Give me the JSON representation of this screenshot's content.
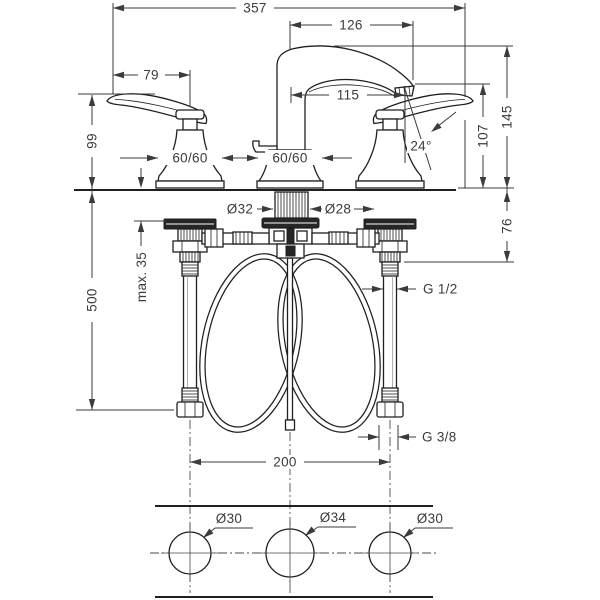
{
  "drawing": {
    "subject": "3-hole widespread basin mixer faucet - front elevation with supply connections and mounting-hole plan view",
    "units": "mm",
    "colors": {
      "outline": "#1f1f1f",
      "dimension": "#3b3b3b",
      "background": "#ffffff"
    },
    "dimensions": {
      "overall_width": "357",
      "spout_tip_offset": "126",
      "handle_length": "79",
      "spout_reach": "115",
      "spout_height": "145",
      "outlet_height": "107",
      "handle_height": "99",
      "escutcheon_left": "60/60",
      "escutcheon_center": "60/60",
      "spray_angle": "24°",
      "center_shank_dia": "Ø32",
      "side_shank_dia": "Ø28",
      "max_deck_thickness": "max. 35",
      "hose_length": "500",
      "shank_depth": "76",
      "supply_thread": "G 1/2",
      "hose_thread": "G 3/8",
      "hole_spacing": "200",
      "hole_left_dia": "Ø30",
      "hole_center_dia": "Ø34",
      "hole_right_dia": "Ø30"
    }
  }
}
